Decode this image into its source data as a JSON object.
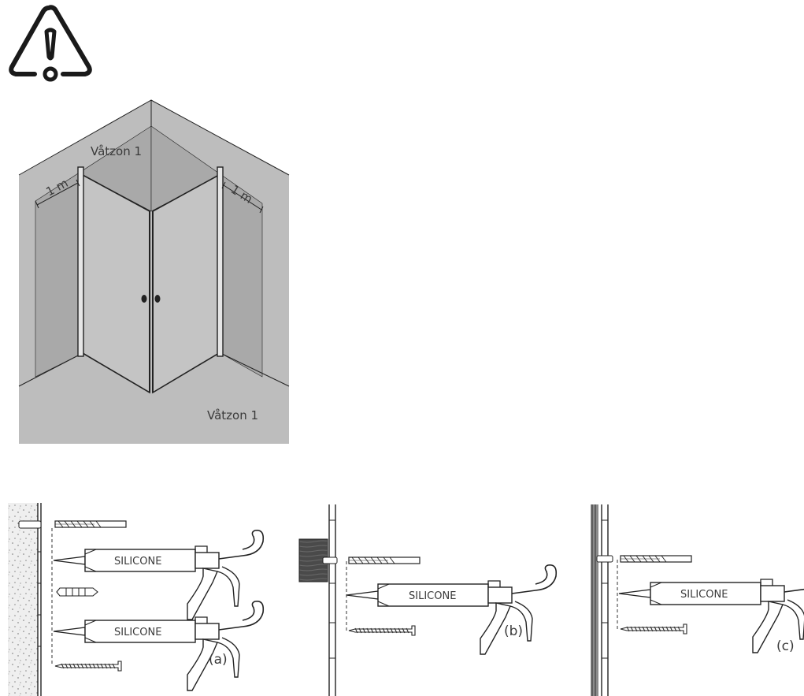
{
  "warning": {
    "icon": "warning-triangle-icon"
  },
  "zones": {
    "top_label": "Våtzon 1",
    "bottom_label": "Våtzon 1",
    "left_distance": "1 m",
    "right_distance": "1 m"
  },
  "panels": {
    "a": {
      "silicone_top": "SILICONE",
      "silicone_bottom": "SILICONE",
      "caption": "(a)"
    },
    "b": {
      "silicone": "SILICONE",
      "caption": "(b)"
    },
    "c": {
      "silicone": "SILICONE",
      "caption": "(c)"
    }
  },
  "colors": {
    "zone_gray": "#bdbdbd",
    "wall_gray": "#a8a8a8",
    "glass_gray": "#c4c4c4",
    "line": "#1e1e1e",
    "wood": "#555555"
  }
}
